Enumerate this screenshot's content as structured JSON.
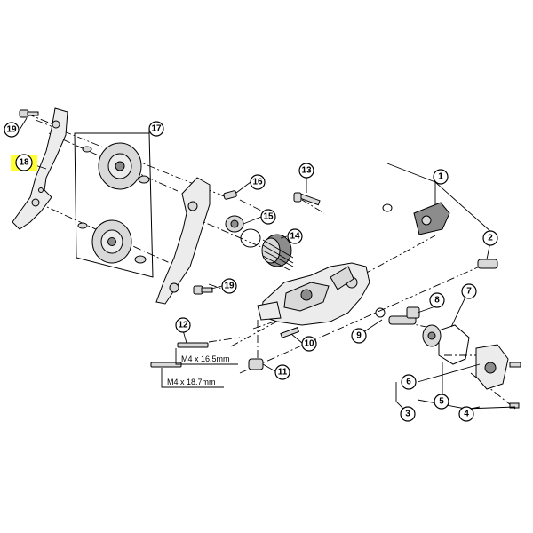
{
  "callouts": {
    "c1": "1",
    "c2": "2",
    "c3": "3",
    "c4": "4",
    "c5": "5",
    "c6": "6",
    "c7": "7",
    "c8": "8",
    "c9": "9",
    "c10": "10",
    "c11": "11",
    "c12": "12",
    "c13": "13",
    "c14": "14",
    "c15": "15",
    "c16": "16",
    "c17": "17",
    "c18": "18",
    "c19a": "19",
    "c19b": "19"
  },
  "specs": {
    "m4_short": "M4 x 16.5mm",
    "m4_long": "M4 x 18.7mm"
  },
  "colors": {
    "highlight": "#ffff33",
    "line": "#000000"
  }
}
